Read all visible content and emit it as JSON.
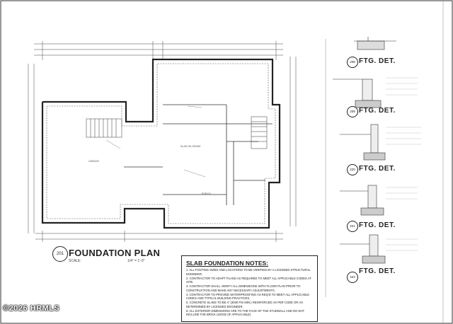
{
  "plan": {
    "title": "FOUNDATION PLAN",
    "scale_label": "SCALE:",
    "scale_value": "1/4\" = 1'-0\"",
    "tag": "201"
  },
  "room_labels": {
    "garage": "GARAGE",
    "slab": "SLAB ON GRADE",
    "porch": "PORCH"
  },
  "notes": {
    "title": "SLAB FOUNDATION NOTES:",
    "items": [
      "1. All footing sizes and locations to be verified by a licensed structural engineer.",
      "2. Contractor to adapt plans as required to meet all applicable codes at site.",
      "3. Contractor shall verify all dimensions with floor plan prior to construction and make any necessary adjustments.",
      "4. Contractor to provide waterproofing as req'd to meet all applicable codes and typical building practices.",
      "5. Concrete slabs to be 4\" (3000 psi min.) reinforced as per code or as determined by licensed engineer.",
      "6. All exterior dimensions are to the face of the studwall and do not include the brick ledge (if applicable)"
    ]
  },
  "details": [
    {
      "label": "FTG. DET.",
      "tag": "208"
    },
    {
      "label": "FTG. DET.",
      "tag": "209"
    },
    {
      "label": "FTG. DET.",
      "tag": "220"
    },
    {
      "label": "FTG. DET.",
      "tag": "221"
    },
    {
      "label": "FTG. DET.",
      "tag": "223"
    }
  ],
  "watermark": "©2026 HRMLS"
}
